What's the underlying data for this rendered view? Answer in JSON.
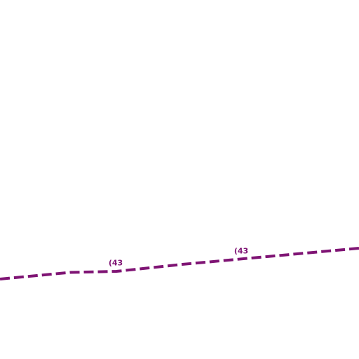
{
  "map": {
    "background_color": "#ffffff",
    "route": {
      "color": "#7f1474",
      "line_style": "dashed",
      "shield_labels": [
        "(43",
        "(43"
      ]
    }
  }
}
